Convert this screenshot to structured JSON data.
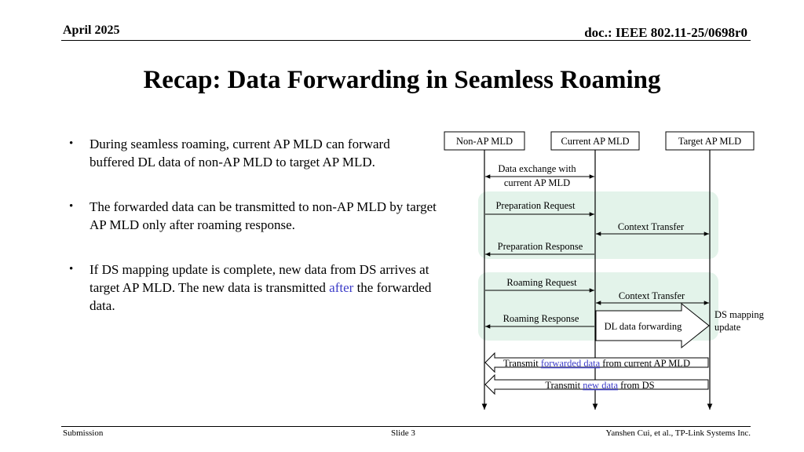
{
  "header": {
    "date": "April 2025",
    "doc_id": "doc.: IEEE 802.11-25/0698r0"
  },
  "title": "Recap: Data Forwarding in Seamless Roaming",
  "bullets": [
    {
      "text": "During seamless roaming, current AP MLD can forward buffered DL data of non-AP MLD to target AP MLD."
    },
    {
      "text": "The forwarded data can be transmitted to non-AP MLD by target AP MLD only after roaming response."
    },
    {
      "text_before": "If DS mapping update is complete, new data from DS arrives at target AP MLD. The new data is transmitted ",
      "highlight": "after",
      "text_after": " the forwarded data."
    }
  ],
  "diagram": {
    "entities": [
      "Non-AP MLD",
      "Current AP MLD",
      "Target AP MLD"
    ],
    "messages": {
      "data_exchange_line1": "Data exchange with",
      "data_exchange_line2": "current AP MLD",
      "prep_request": "Preparation Request",
      "context_transfer_1": "Context Transfer",
      "prep_response": "Preparation Response",
      "roaming_request": "Roaming Request",
      "context_transfer_2": "Context Transfer",
      "roaming_response": "Roaming Response",
      "dl_forwarding": "DL data forwarding",
      "ds_mapping_line1": "DS mapping",
      "ds_mapping_line2": "update",
      "transmit_fwd_pre": "Transmit ",
      "transmit_fwd_highlight": "forwarded data",
      "transmit_fwd_post": " from current AP MLD",
      "transmit_new_pre": "Transmit ",
      "transmit_new_highlight": "new data",
      "transmit_new_post": " from DS"
    },
    "colors": {
      "phase_box": "#e3f3ea",
      "highlight_text": "#3c3cc8",
      "line": "#000000"
    }
  },
  "footer": {
    "left": "Submission",
    "center": "Slide 3",
    "right": "Yanshen Cui, et al., TP-Link Systems Inc."
  }
}
